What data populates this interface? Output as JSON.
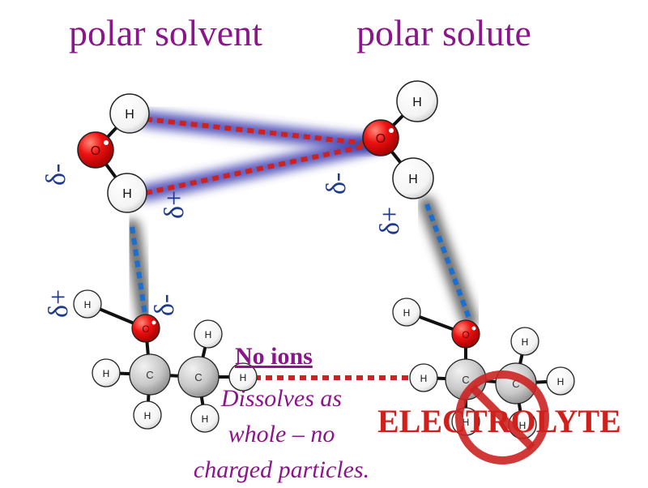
{
  "titles": {
    "left": "polar solvent",
    "right": "polar solute"
  },
  "atom_labels": {
    "oxygen": "O",
    "hydrogen": "H",
    "carbon": "C"
  },
  "partial_charges": {
    "negative": "δ-",
    "positive": "δ+"
  },
  "captions": {
    "no_ions": "No ions",
    "dissolves_line1": "Dissolves as",
    "dissolves_line2": "whole – no",
    "dissolves_line3": "charged particles.",
    "electrolyte": "ELECTROLYTE"
  },
  "colors": {
    "title": "#8b168b",
    "oxygen": "#ee1111",
    "hydrogen": "#ffffff",
    "carbon": "#c8c8c8",
    "hbond_red": "#cc2222",
    "hbond_blue": "#1a6fd0",
    "charge_text": "#1f3a8c",
    "no_sign": "#cc2222"
  },
  "icons": {
    "prohibition": "no-sign-icon"
  }
}
